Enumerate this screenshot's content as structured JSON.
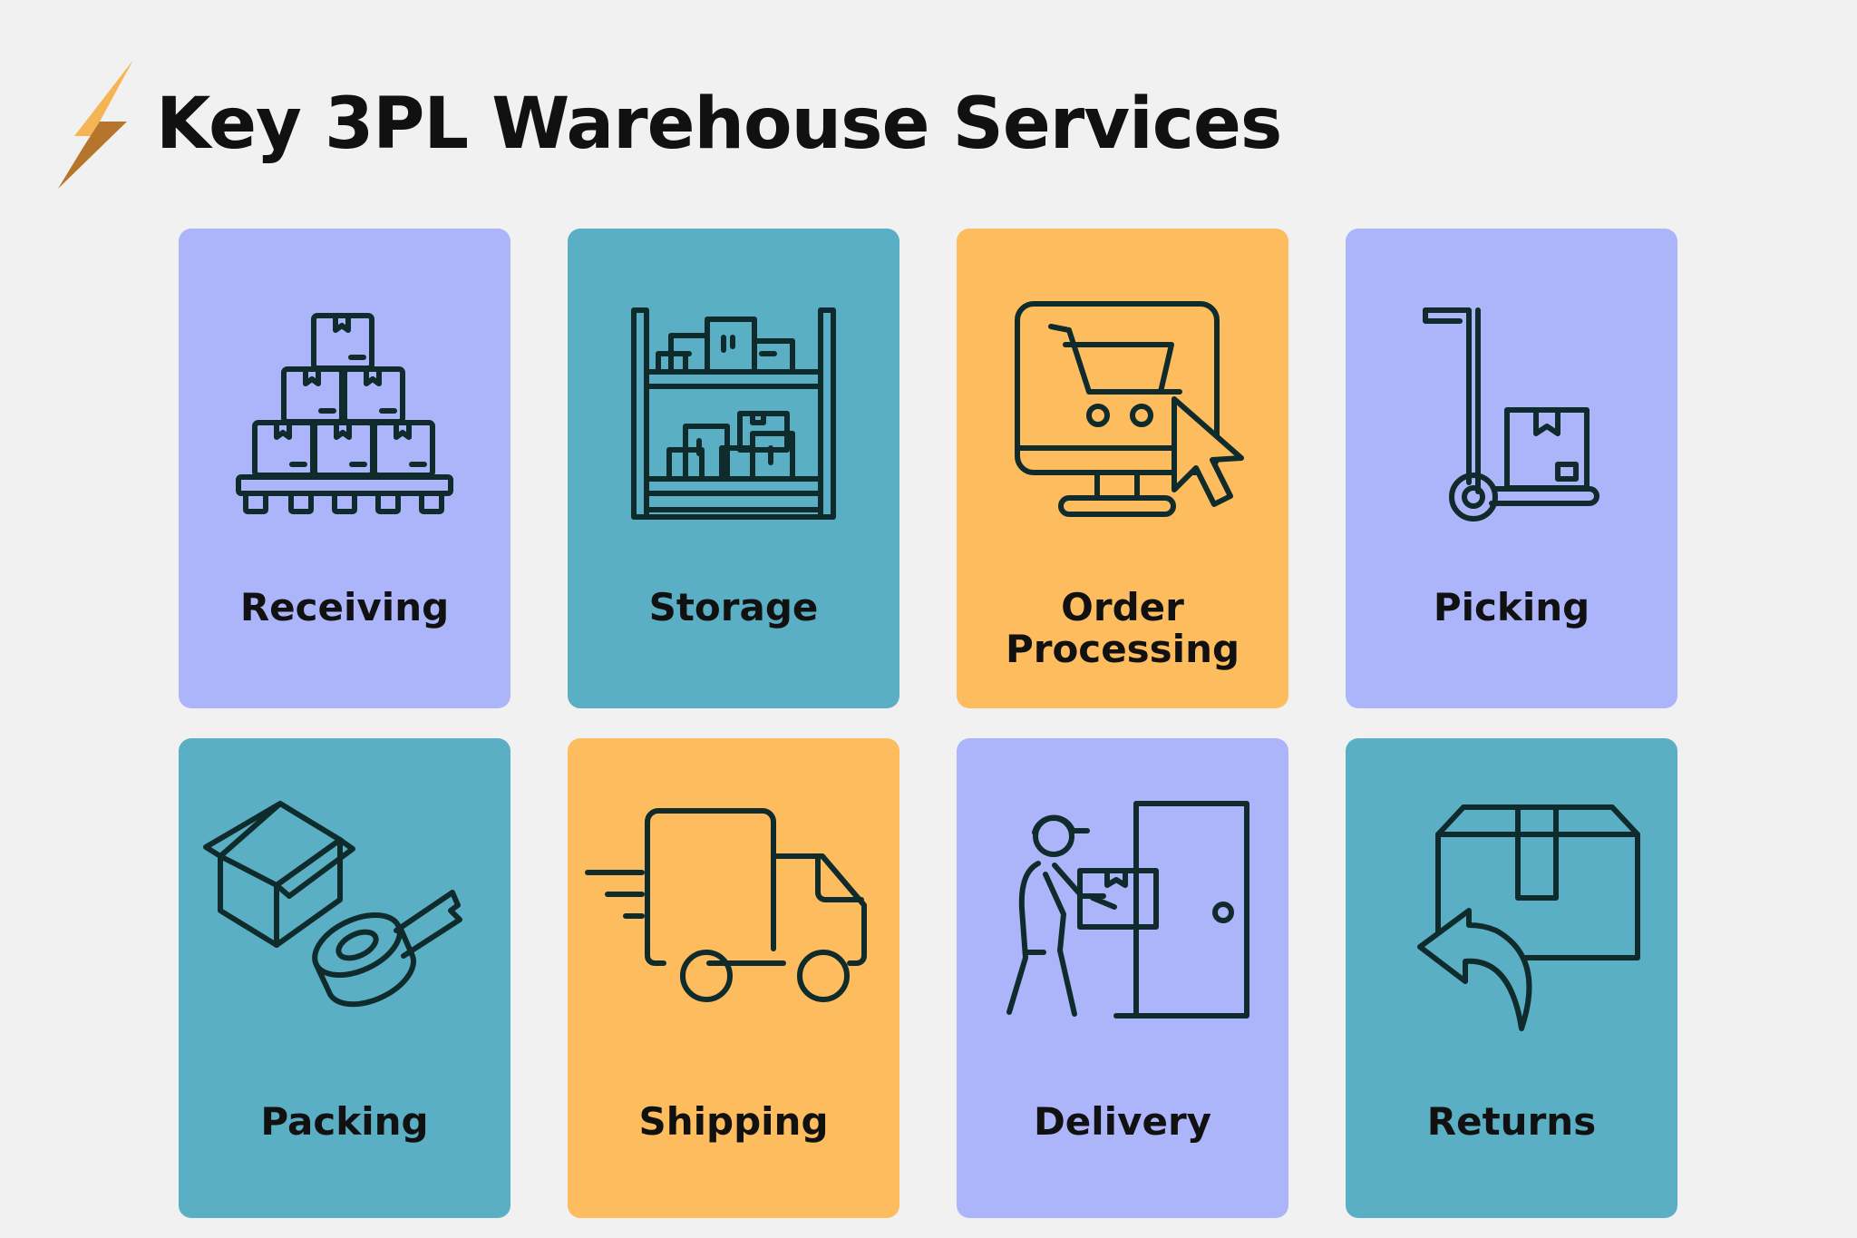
{
  "title": "Key 3PL Warehouse Services",
  "colors": {
    "lavender": "#adb5fa",
    "teal": "#5aafc5",
    "orange": "#fdbc5e",
    "ink": "#0f2b2b"
  },
  "services": [
    {
      "label": "Receiving",
      "icon": "pallet-boxes-icon",
      "color": "lavender"
    },
    {
      "label": "Storage",
      "icon": "warehouse-shelf-icon",
      "color": "teal"
    },
    {
      "label": "Order Processing",
      "icon": "online-cart-icon",
      "color": "orange"
    },
    {
      "label": "Picking",
      "icon": "hand-truck-icon",
      "color": "lavender"
    },
    {
      "label": "Packing",
      "icon": "box-tape-icon",
      "color": "teal"
    },
    {
      "label": "Shipping",
      "icon": "delivery-truck-icon",
      "color": "orange"
    },
    {
      "label": "Delivery",
      "icon": "courier-door-icon",
      "color": "lavender"
    },
    {
      "label": "Returns",
      "icon": "box-return-arrow-icon",
      "color": "teal"
    }
  ]
}
